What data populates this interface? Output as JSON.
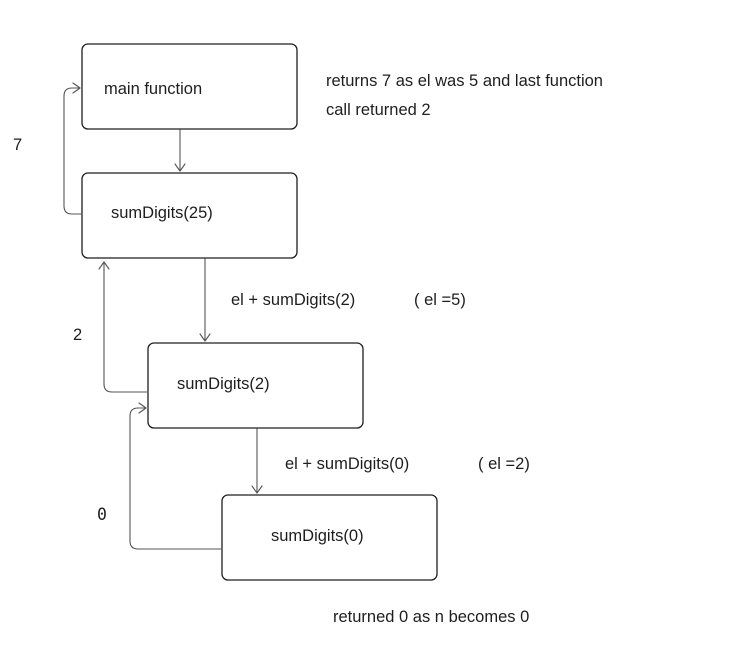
{
  "nodes": {
    "main": "main function",
    "sum25": "sumDigits(25)",
    "sum2": "sumDigits(2)",
    "sum0": "sumDigits(0)"
  },
  "notes": {
    "main_line1": "returns 7 as el was 5 and last function",
    "main_line2": "call returned 2",
    "bottom": "returned 0 as n becomes 0"
  },
  "edges": {
    "call1": "el + sumDigits(2)",
    "call1_el": "( el =5)",
    "call2": "el + sumDigits(0)",
    "call2_el": "( el =2)"
  },
  "returns": {
    "r7": "7",
    "r2": "2",
    "r0": "0"
  },
  "colors": {
    "stroke": "#1e1e1e",
    "arrow": "#555555",
    "background": "#ffffff"
  }
}
